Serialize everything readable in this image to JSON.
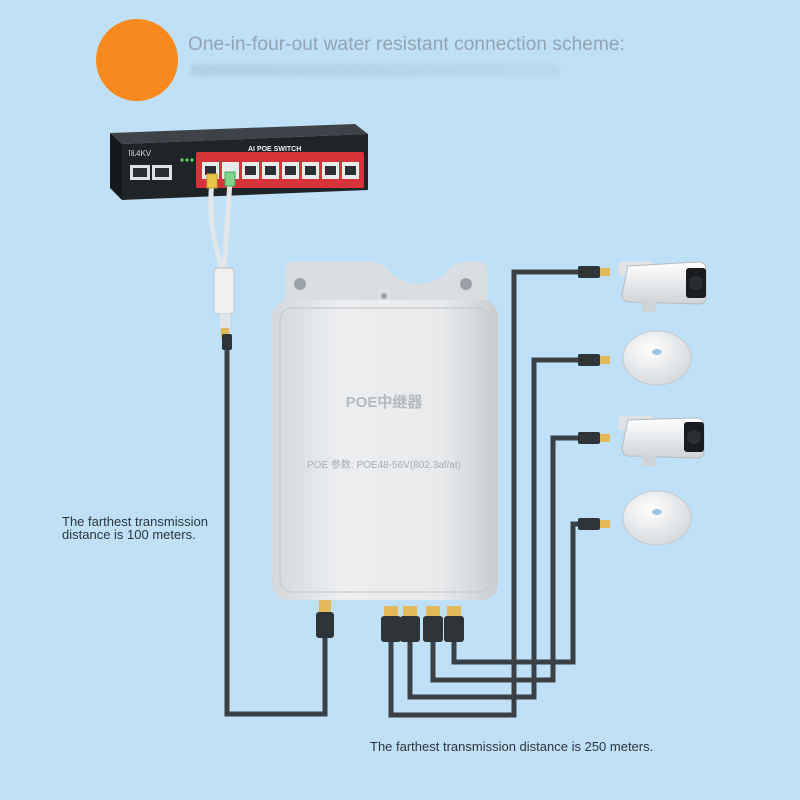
{
  "colors": {
    "background": "#bfe0f6",
    "accent_dot": "#f7891e",
    "cable": "#3a4046",
    "switch_body": "#1f2428",
    "switch_ports": "#d9333a",
    "enclosure": "#e6e9eb"
  },
  "header": {
    "title": "One-in-four-out water resistant connection scheme:"
  },
  "switch": {
    "brand_label": "⒙4KV",
    "model_label": "AI POE SWITCH"
  },
  "repeater": {
    "name": "POE中继器",
    "params": "POE 参数: POE48-56V(802.3af/at)"
  },
  "notes": {
    "left_distance": [
      "The farthest transmission",
      "distance is 100 meters."
    ],
    "bottom_distance": "The farthest transmission distance is 250 meters."
  },
  "devices": [
    {
      "type": "bullet-camera"
    },
    {
      "type": "ceiling-access-point"
    },
    {
      "type": "bullet-camera"
    },
    {
      "type": "ceiling-access-point"
    }
  ]
}
